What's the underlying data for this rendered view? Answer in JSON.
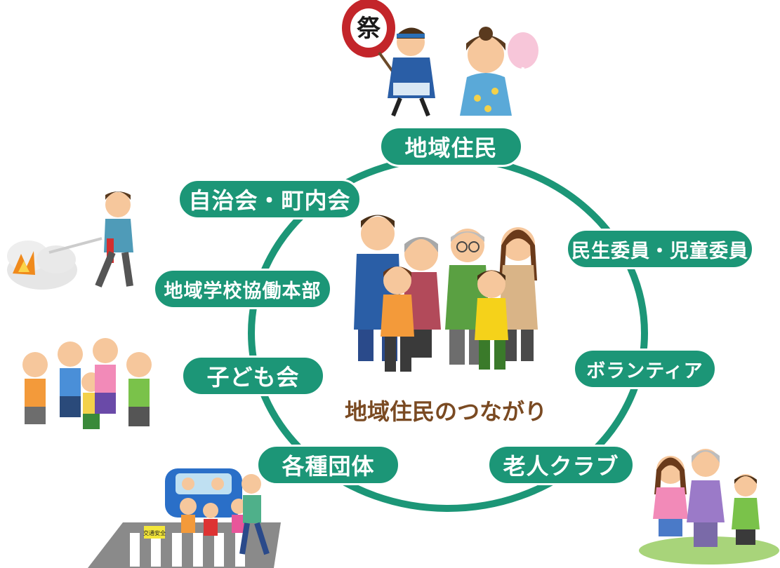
{
  "center": {
    "title": "地域住民のつながり"
  },
  "nodes": [
    {
      "id": "residents",
      "label": "地域住民"
    },
    {
      "id": "neighborhood",
      "label": "自治会・町内会"
    },
    {
      "id": "welfare",
      "label": "民生委員・児童委員"
    },
    {
      "id": "school",
      "label": "地域学校協働本部"
    },
    {
      "id": "volunteer",
      "label": "ボランティア"
    },
    {
      "id": "children",
      "label": "子ども会"
    },
    {
      "id": "groups",
      "label": "各種団体"
    },
    {
      "id": "elderly",
      "label": "老人クラブ"
    }
  ],
  "illustrations": {
    "festival_fan_text": "祭",
    "traffic_flag_text": "交通安全"
  },
  "colors": {
    "ring": "#1c9677",
    "pill": "#1c9677",
    "center_title": "#7a4a22"
  }
}
